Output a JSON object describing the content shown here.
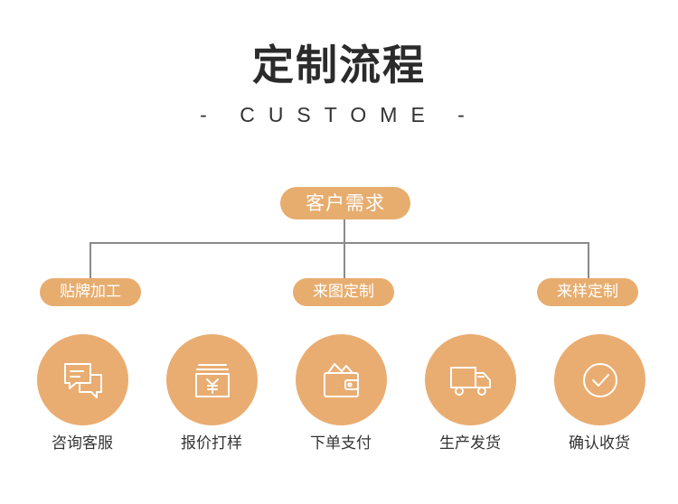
{
  "header": {
    "title": "定制流程",
    "subtitle": "- CUSTOME -"
  },
  "tree": {
    "root": "客户需求",
    "branches": [
      "贴牌加工",
      "来图定制",
      "来样定制"
    ]
  },
  "steps": [
    {
      "label": "咨询客服",
      "icon": "chat-icon"
    },
    {
      "label": "报价打样",
      "icon": "yen-price-icon"
    },
    {
      "label": "下单支付",
      "icon": "wallet-icon"
    },
    {
      "label": "生产发货",
      "icon": "truck-icon"
    },
    {
      "label": "确认收货",
      "icon": "check-circle-icon"
    }
  ],
  "colors": {
    "accent": "#e7ad6f",
    "text": "#333333",
    "connector": "#8a8a8a"
  }
}
